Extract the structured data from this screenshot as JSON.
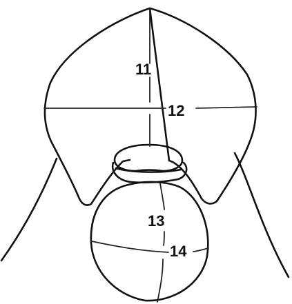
{
  "diagram": {
    "labels": {
      "measure_11": "11",
      "measure_12": "12",
      "measure_13": "13",
      "measure_14": "14"
    },
    "colors": {
      "line": "#111111",
      "background": "#ffffff"
    }
  }
}
